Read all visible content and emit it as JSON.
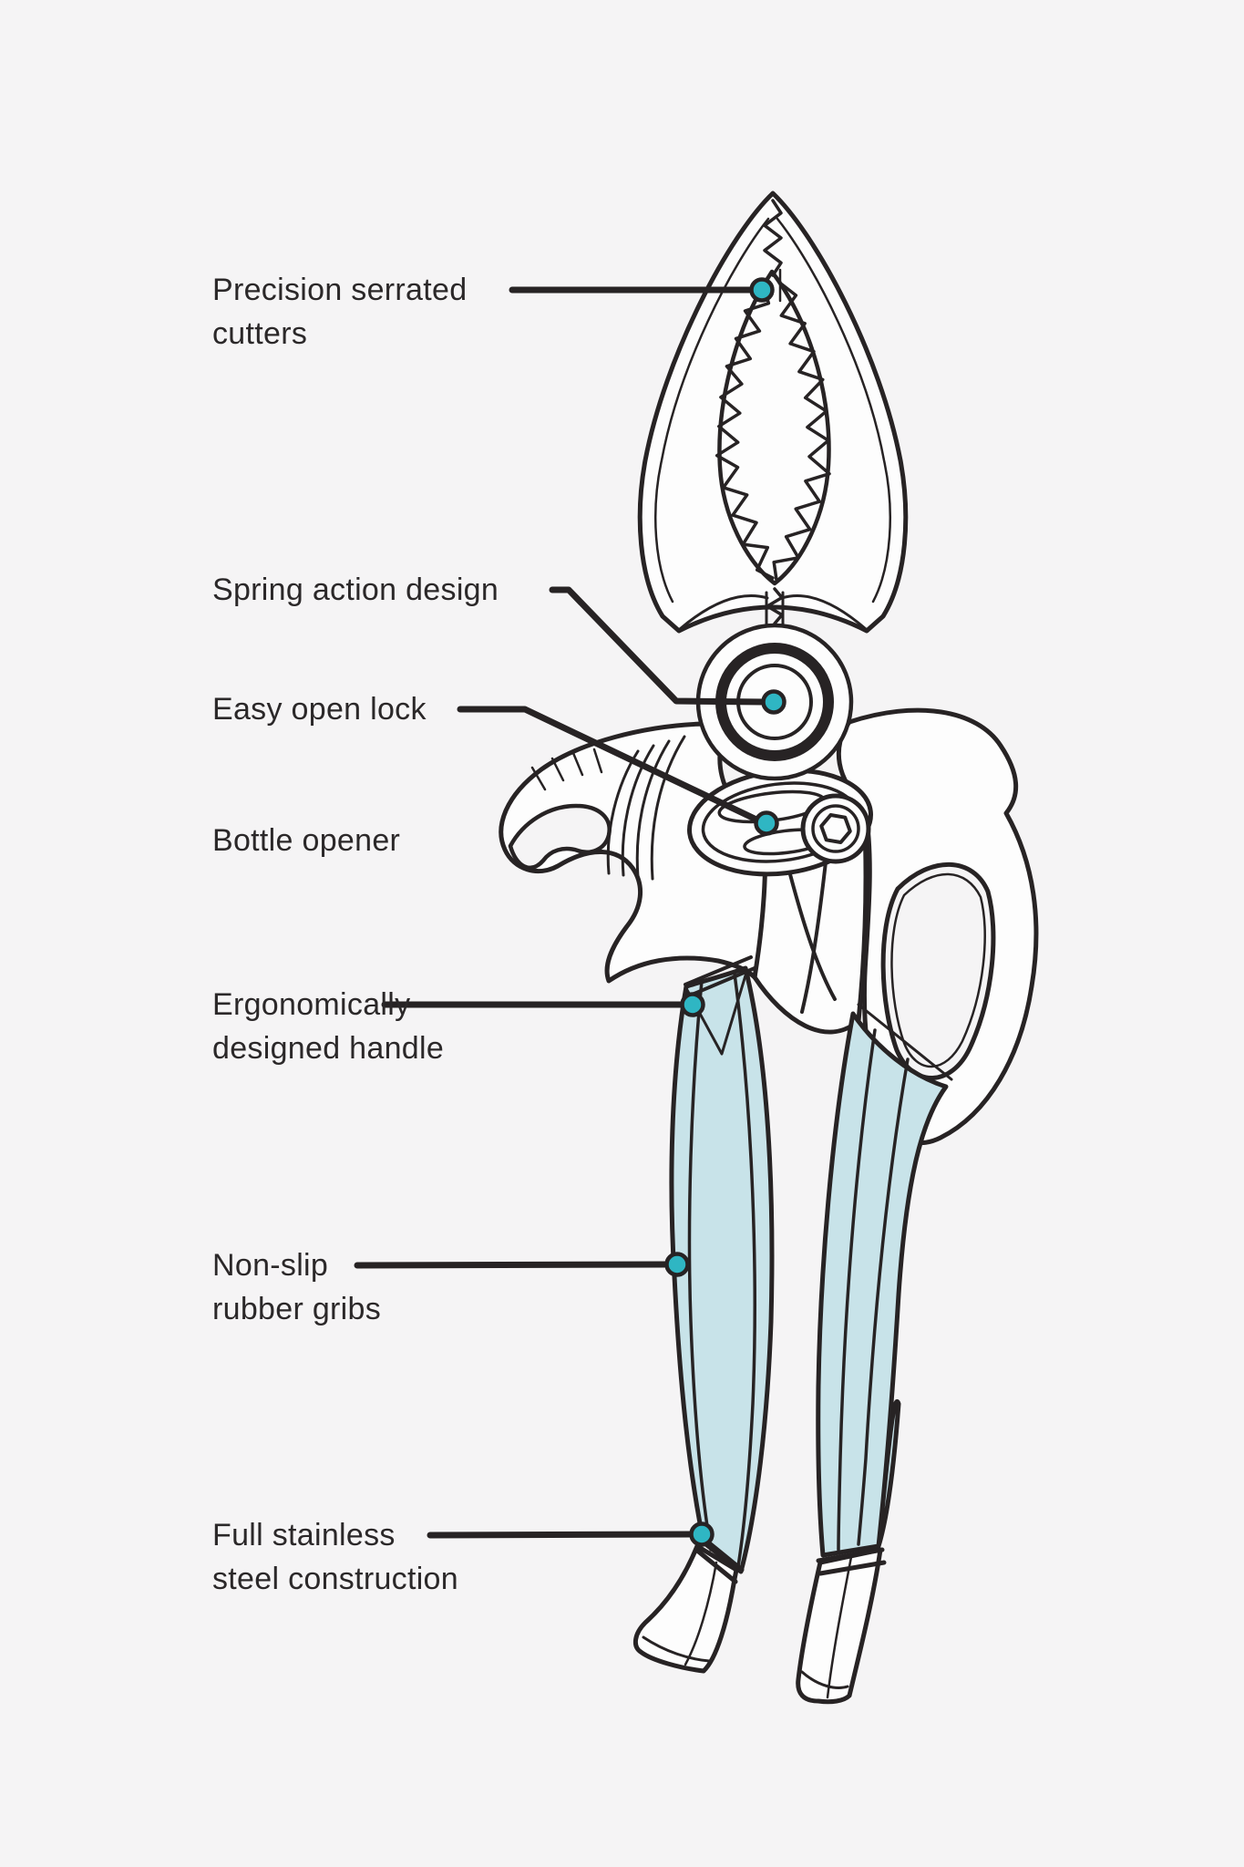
{
  "page": {
    "background": "#f5f4f5"
  },
  "diagram": {
    "subject": "Multi-purpose kitchen shears feature callout diagram",
    "colors": {
      "line": "#272324",
      "accent_dot": "#2fb6c3",
      "handle_fill": "#c8e3e9",
      "text": "#2b2829",
      "background": "#f5f4f5"
    },
    "callouts": [
      {
        "id": "precision-serrated-cutters",
        "lines": [
          "Precision serrated",
          "cutters"
        ],
        "has_leader": true
      },
      {
        "id": "spring-action-design",
        "lines": [
          "Spring action design"
        ],
        "has_leader": true
      },
      {
        "id": "easy-open-lock",
        "lines": [
          "Easy open lock"
        ],
        "has_leader": true
      },
      {
        "id": "bottle-opener",
        "lines": [
          "Bottle opener"
        ],
        "has_leader": false
      },
      {
        "id": "ergonomically-designed-handle",
        "lines": [
          "Ergonomically",
          "designed handle"
        ],
        "has_leader": true
      },
      {
        "id": "non-slip-rubber-gribs",
        "lines": [
          "Non-slip",
          "rubber gribs"
        ],
        "has_leader": true
      },
      {
        "id": "full-stainless-steel-construction",
        "lines": [
          "Full stainless",
          "steel construction"
        ],
        "has_leader": true
      }
    ]
  }
}
